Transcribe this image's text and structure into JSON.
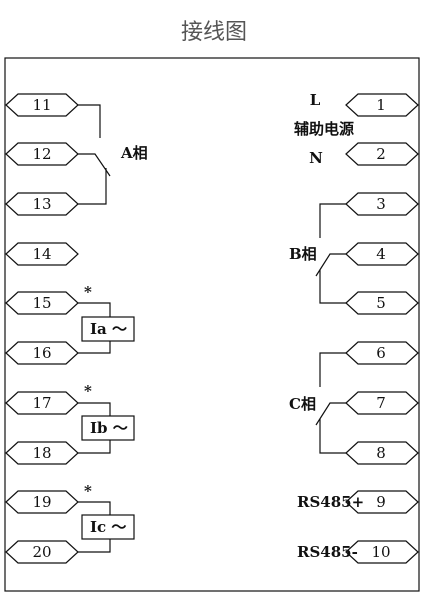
{
  "title": "接线图",
  "left_terminals": [
    "11",
    "12",
    "13",
    "14",
    "15",
    "16",
    "17",
    "18",
    "19",
    "20"
  ],
  "right_terminals": [
    "1",
    "2",
    "3",
    "4",
    "5",
    "6",
    "7",
    "8",
    "9",
    "10"
  ],
  "labels": {
    "phase_a": "A相",
    "phase_b": "B相",
    "phase_c": "C相",
    "L": "L",
    "aux_power": "辅助电源",
    "N": "N",
    "ia": "Ia ～",
    "ib": "Ib ～",
    "ic": "Ic ～",
    "star": "*",
    "rs485_plus": "RS485+",
    "rs485_minus": "RS485-"
  }
}
